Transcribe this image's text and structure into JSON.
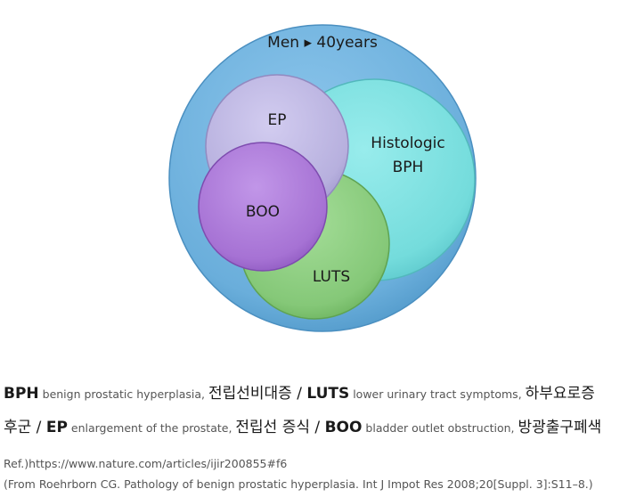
{
  "diagram": {
    "outer_label": "Men ▸ 40years",
    "histologic_label_line1": "Histologic",
    "histologic_label_line2": "BPH",
    "ep_label": "EP",
    "boo_label": "BOO",
    "luts_label": "LUTS",
    "colors": {
      "outer": "#6aaedb",
      "histologic": "#77e0e0",
      "ep": "#b9b2e0",
      "boo": "#a874d6",
      "luts": "#86c979"
    }
  },
  "caption": {
    "line1": [
      {
        "kind": "abbr",
        "text": "BPH"
      },
      {
        "kind": "eng",
        "text": " benign prostatic hyperplasia, "
      },
      {
        "kind": "kor",
        "text": "전립선비대증"
      },
      {
        "kind": "sep",
        "text": " / "
      },
      {
        "kind": "abbr",
        "text": "LUTS"
      },
      {
        "kind": "eng",
        "text": " lower urinary tract symptoms, "
      },
      {
        "kind": "kor",
        "text": "하부요로증"
      }
    ],
    "line2": [
      {
        "kind": "kor",
        "text": "후군"
      },
      {
        "kind": "sep",
        "text": " / "
      },
      {
        "kind": "abbr",
        "text": "EP"
      },
      {
        "kind": "eng",
        "text": " enlargement of the prostate, "
      },
      {
        "kind": "kor",
        "text": "전립선 증식"
      },
      {
        "kind": "sep",
        "text": " / "
      },
      {
        "kind": "abbr",
        "text": "BOO"
      },
      {
        "kind": "eng",
        "text": " bladder outlet obstruction, "
      },
      {
        "kind": "kor",
        "text": "방광출구폐색"
      }
    ]
  },
  "references": {
    "ref_url": "Ref.)https://www.nature.com/articles/ijir200855#f6",
    "ref_citation": "(From Roehrborn CG. Pathology of benign prostatic hyperplasia. Int J Impot Res 2008;20[Suppl. 3]:S11–8.)"
  }
}
